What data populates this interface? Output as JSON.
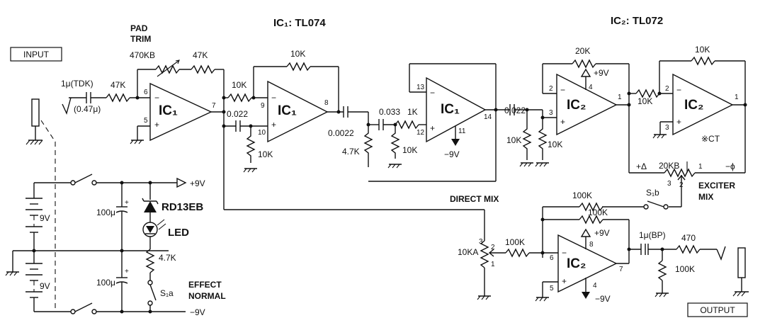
{
  "titles": {
    "ic1": "IC₁: TL074",
    "ic2": "IC₂: TL072"
  },
  "io": {
    "input": "INPUT",
    "output": "OUTPUT"
  },
  "labels": {
    "pad_trim_1": "PAD",
    "pad_trim_2": "TRIM",
    "direct_mix": "DIRECT MIX",
    "exciter_1": "EXCITER",
    "exciter_2": "MIX",
    "effect": "EFFECT",
    "normal": "NORMAL",
    "ct": "※CT",
    "plus_delta": "+Δ",
    "minus_phi": "−ϕ",
    "s1a": "S₁a",
    "s1b": "S₁b",
    "led": "LED",
    "zener": "RD13EB"
  },
  "opamps": {
    "ic1a": "IC₁",
    "ic1b": "IC₁",
    "ic1c": "IC₁",
    "ic2a": "IC₂",
    "ic2b": "IC₂",
    "ic2c": "IC₂"
  },
  "components": {
    "c_in": "1μ(TDK)",
    "c_in_alt": "(0.47μ)",
    "r_in": "47K",
    "r_pad": "470KB",
    "r_fb1": "47K",
    "r_10k_a": "10K",
    "c_022_a": "0.022",
    "r_10k_b": "10K",
    "r_fb2": "10K",
    "c_0022": "0.0022",
    "c_033": "0.033",
    "r_1k": "1K",
    "r_47k": "4.7K",
    "r_10k_c": "10K",
    "c_022_b": "0.022",
    "r_20k": "20K",
    "r_10k_d": "10K",
    "r_10k_e": "10K",
    "r_10k_f": "10K",
    "r_10k_fb": "10K",
    "r_20kb": "20KB",
    "r_100k_a": "100K",
    "r_100k_b": "100K",
    "r_100k_c": "100K",
    "r_10ka": "10KA",
    "c_bp": "1μ(BP)",
    "r_470": "470",
    "r_100k_out": "100K",
    "r_led": "4.7K",
    "c_100u_a": "100μ",
    "c_100u_b": "100μ",
    "bat_a": "9V",
    "bat_b": "9V"
  },
  "supplies": {
    "pos9_ps": "+9V",
    "neg9_ps": "−9V",
    "pos9_ic2": "+9V",
    "neg9_ic1": "−9V",
    "pos9_ic2c": "+9V",
    "neg9_ic2c": "−9V"
  },
  "pins": {
    "p6": "6",
    "p7": "7",
    "p5": "5",
    "p9": "9",
    "p8": "8",
    "p10": "10",
    "p13": "13",
    "p14": "14",
    "p12": "12",
    "p11": "11",
    "p2": "2",
    "p1": "1",
    "p3": "3",
    "p4": "4",
    "q2": "2",
    "q1": "1",
    "q3": "3",
    "r6": "6",
    "r8": "8",
    "r7": "7",
    "r5": "5",
    "r4": "4",
    "pot3": "3",
    "pot2": "2",
    "pot1": "1",
    "ex3": "3",
    "ex2": "2",
    "ex1": "1"
  }
}
